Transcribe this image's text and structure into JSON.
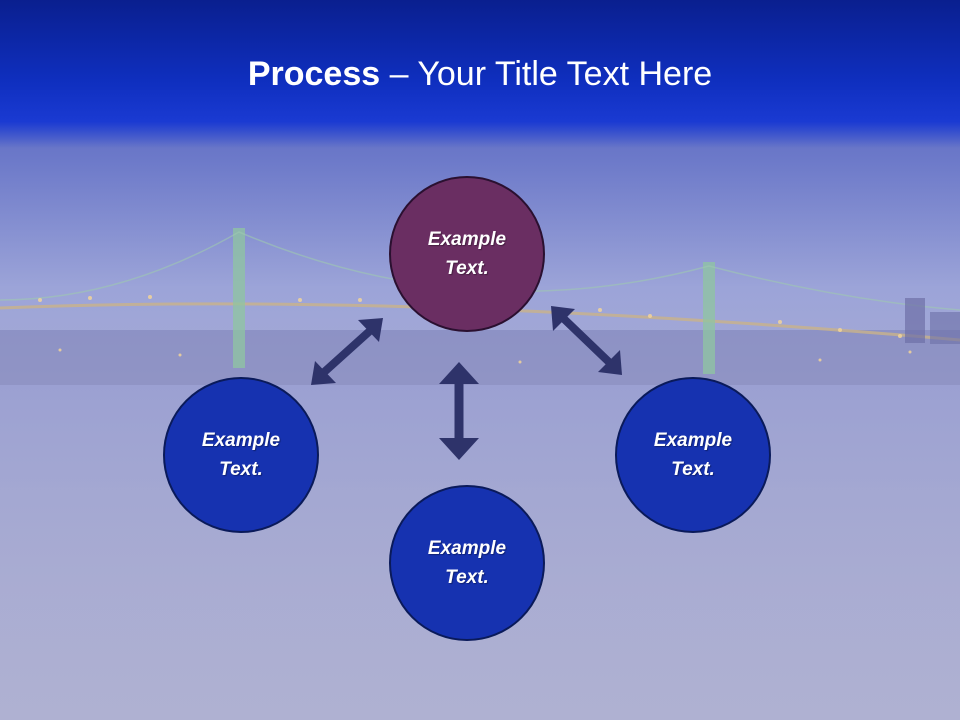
{
  "header": {
    "title_bold": "Process",
    "title_rest": " – Your Title Text Here"
  },
  "diagram": {
    "nodes": {
      "top": "Example\nText.",
      "left": "Example\nText.",
      "bottom": "Example\nText.",
      "right": "Example\nText."
    }
  },
  "colors": {
    "header_blue": "#0f2fbf",
    "node_blue": "#1632b0",
    "node_purple": "#6a2e62",
    "arrow": "#2e336a"
  }
}
